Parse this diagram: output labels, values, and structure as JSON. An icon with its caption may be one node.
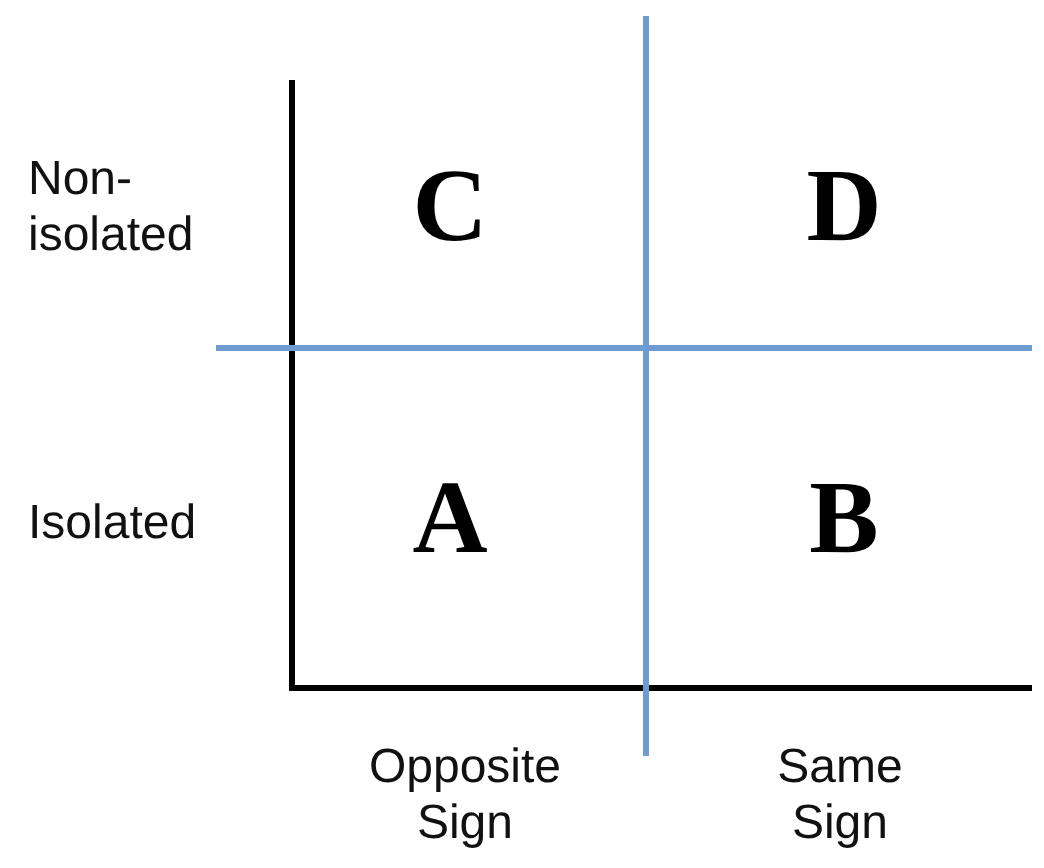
{
  "diagram": {
    "labels": [
      "Non-isolated",
      "C",
      "D",
      "Isolated",
      "A",
      "B",
      "Opposite Sign",
      "Same Sign"
    ]
  }
}
